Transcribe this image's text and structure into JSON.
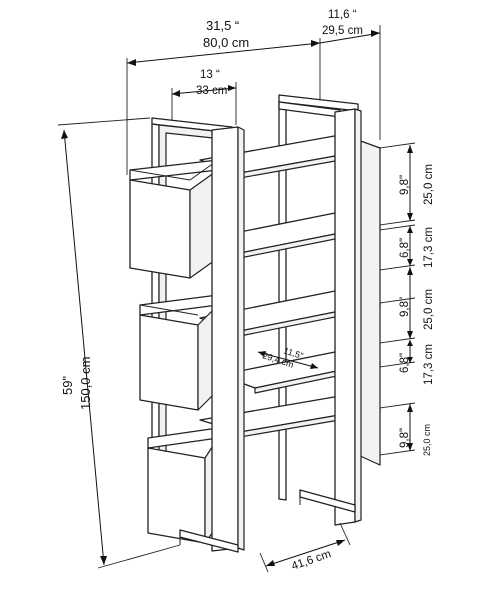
{
  "dimensions": {
    "width_total": {
      "in": "31,5 “",
      "cm": "80,0 cm"
    },
    "depth_top": {
      "in": "11,6 “",
      "cm": "29,5 cm"
    },
    "box_width": {
      "in": "13 “",
      "cm": "33 cm"
    },
    "height_total": {
      "in": "59\"",
      "cm": "150,0 cm"
    },
    "shelf_depth": {
      "in": "11,5\"",
      "cm": "29,4 cm"
    },
    "base_depth": {
      "cm": "41,6 cm"
    },
    "gaps": [
      {
        "in": "9,8\"",
        "cm": "25,0 cm"
      },
      {
        "in": "6,8\"",
        "cm": "17,3 cm"
      },
      {
        "in": "9,8\"",
        "cm": "25,0 cm"
      },
      {
        "in": "6,8\"",
        "cm": "17,3 cm"
      },
      {
        "in": "9,8\"",
        "cm": "25,0 cm"
      }
    ]
  }
}
